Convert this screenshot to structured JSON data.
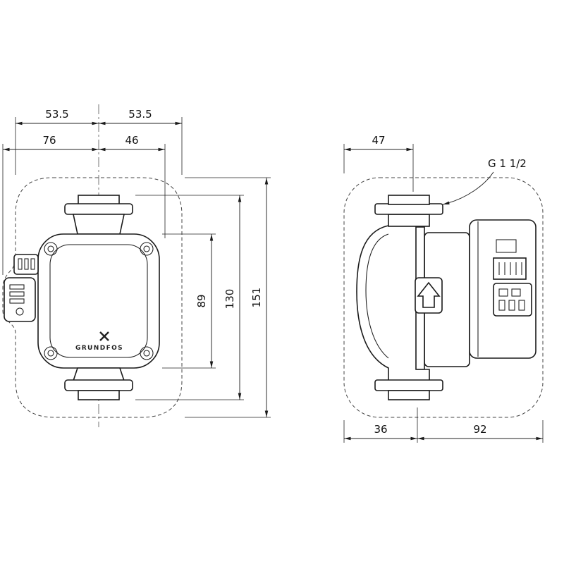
{
  "ink_color": "#1a1a1a",
  "background": "#ffffff",
  "front": {
    "dim_half_left": "53.5",
    "dim_half_right": "53.5",
    "dim_center_to_left": "76",
    "dim_center_to_right": "46",
    "dim_body_height": "89",
    "dim_port_to_port": "130",
    "dim_overall_height": "151",
    "brand": "GRUNDFOS"
  },
  "side": {
    "dim_top_depth": "47",
    "thread_label": "G 1 1/2",
    "dim_front_depth": "36",
    "dim_rear_depth": "92"
  }
}
